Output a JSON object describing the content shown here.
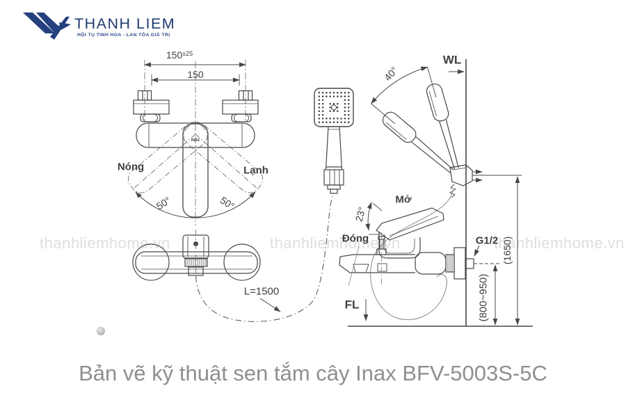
{
  "brand": {
    "name": "THANH LIEM",
    "tagline": "HỘI TỤ TINH HOA - LAN TỎA GIÁ TRỊ",
    "color": "#24407e"
  },
  "watermark": "thanhliemhome.vn",
  "caption": "Bản vẽ kỹ thuật sen tắm cây Inax BFV-5003S-5C",
  "colors": {
    "line": "#474747",
    "watermark": "#dedede",
    "caption_text": "#8f8f8f"
  },
  "labels": {
    "dim_150_tol": "150",
    "dim_150_tol_sup": "±25",
    "dim_150": "150",
    "hot": "Nóng",
    "cold": "Lạnh",
    "swing_left": "50°",
    "swing_right": "50°",
    "handshower_swivel": "40°",
    "wall_line": "WL",
    "floor_line": "FL",
    "open": "Mở",
    "closed": "Đóng",
    "lever_angle": "23°",
    "thread": "G1/2",
    "holder_height": "(1650)",
    "mount_height": "(800~950)",
    "hose_length": "L=1500",
    "handle_brand": "INAX"
  }
}
